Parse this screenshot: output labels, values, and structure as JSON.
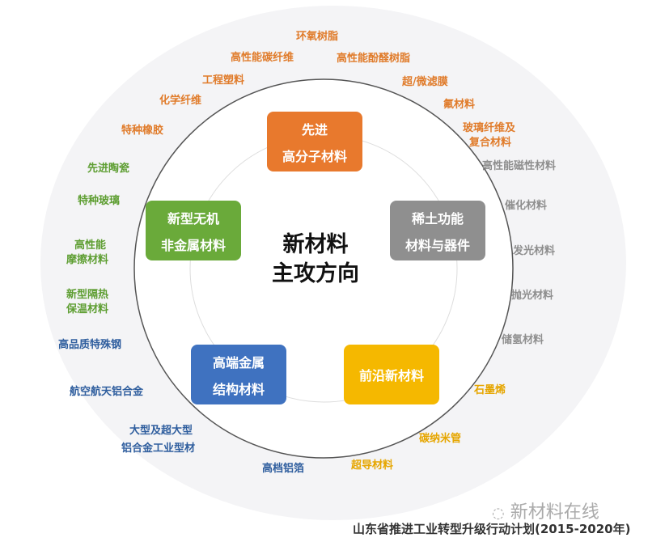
{
  "center": {
    "line1": "新材料",
    "line2": "主攻方向"
  },
  "categories": [
    {
      "name": "先进高分子材料",
      "line1": "先进",
      "line2": "高分子材料",
      "color": "#E8792D"
    },
    {
      "name": "稀土功能材料与器件",
      "line1": "稀土功能",
      "line2": "材料与器件",
      "color": "#8F8F8F"
    },
    {
      "name": "前沿新材料",
      "line1": "前沿新材料",
      "line2": "",
      "color": "#F5B800"
    },
    {
      "name": "高端金属结构材料",
      "line1": "高端金属",
      "line2": "结构材料",
      "color": "#3F72C0"
    },
    {
      "name": "新型无机非金属材料",
      "line1": "新型无机",
      "line2": "非金属材料",
      "color": "#6AAA3A"
    }
  ],
  "labels": {
    "polymer": [
      "环氧树脂",
      "高性能碳纤维",
      "高性能酚醛树脂",
      "工程塑料",
      "超/微滤膜",
      "化学纤维",
      "氟材料",
      "特种橡胶",
      "玻璃纤维及",
      "复合材料"
    ],
    "rare_earth": [
      "高性能磁性材料",
      "催化材料",
      "发光材料",
      "抛光材料",
      "储氢材料"
    ],
    "frontier": [
      "石墨烯",
      "碳纳米管",
      "超导材料"
    ],
    "metal": [
      "高档铝箔",
      "大型及超大型",
      "铝合金工业型材",
      "航空航天铝合金",
      "高品质特殊钢"
    ],
    "inorganic": [
      "新型隔热",
      "保温材料",
      "高性能",
      "摩擦材料",
      "特种玻璃",
      "先进陶瓷"
    ]
  },
  "watermark": "新材料在线",
  "footer": "山东省推进工业转型升级行动计划(2015-2020年)"
}
